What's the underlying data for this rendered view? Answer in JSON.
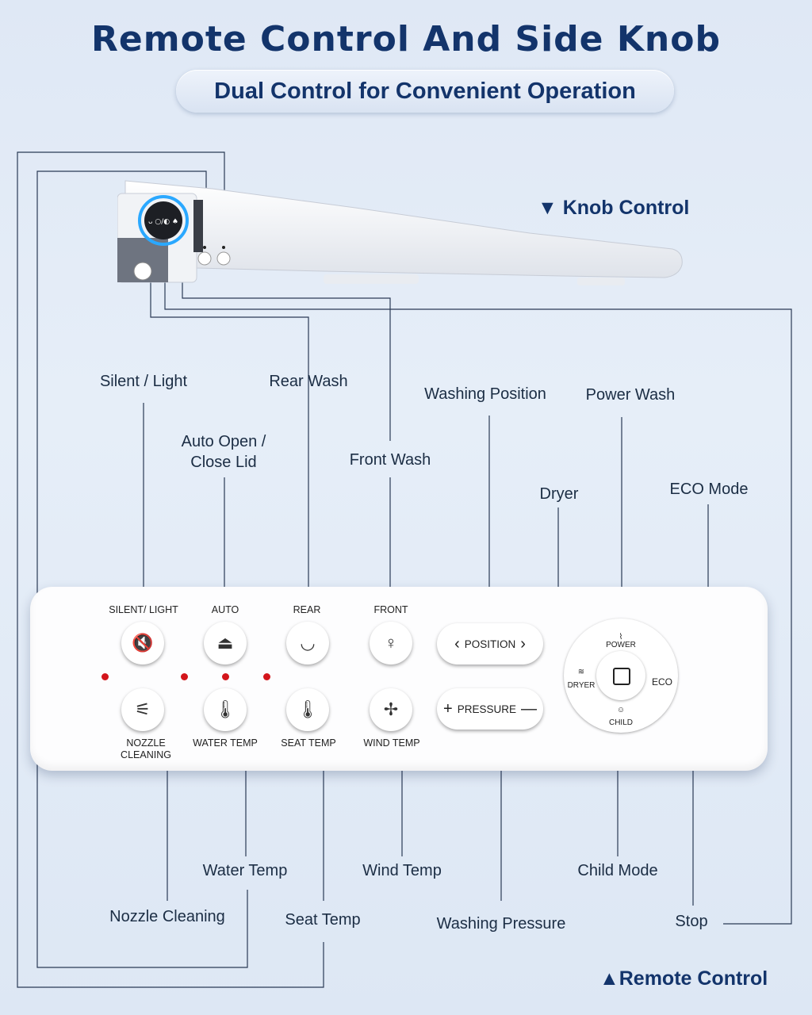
{
  "title": "Remote Control And Side Knob",
  "subtitle": "Dual Control for Convenient Operation",
  "sections": {
    "knob": "▼ Knob Control",
    "remote": "▲Remote Control"
  },
  "callouts": {
    "silent_light": "Silent / Light",
    "rear_wash": "Rear Wash",
    "auto_lid": "Auto Open / Close Lid",
    "front_wash": "Front Wash",
    "washing_position": "Washing Position",
    "power_wash": "Power Wash",
    "dryer": "Dryer",
    "eco_mode": "ECO Mode",
    "water_temp": "Water Temp",
    "nozzle_cleaning": "Nozzle Cleaning",
    "seat_temp": "Seat Temp",
    "wind_temp": "Wind Temp",
    "washing_pressure": "Washing Pressure",
    "child_mode": "Child Mode",
    "stop": "Stop"
  },
  "remote": {
    "top_row": [
      "SILENT/ LIGHT",
      "AUTO",
      "REAR",
      "FRONT"
    ],
    "bottom_row": [
      "NOZZLE CLEANING",
      "WATER TEMP",
      "SEAT TEMP",
      "WIND TEMP"
    ],
    "position_label": "POSITION",
    "pressure_label": "PRESSURE",
    "dial": {
      "power": "POWER",
      "dryer": "DRYER",
      "eco": "ECO",
      "child": "CHILD"
    }
  },
  "colors": {
    "title": "#13346b",
    "led": "#d3151b",
    "knob_glow": "#2aa8ff"
  }
}
